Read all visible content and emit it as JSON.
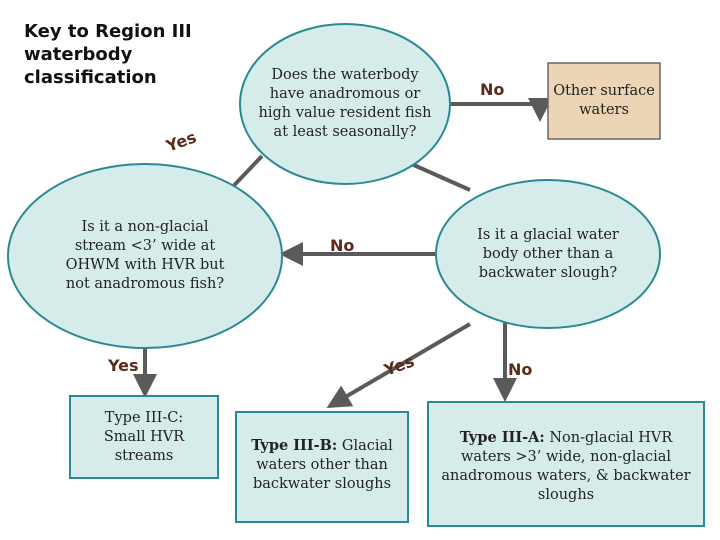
{
  "title": "Key to Region III waterbody classification",
  "q1": "Does the waterbody have anadromous or high value resident fish at least seasonally?",
  "q2": "Is it a glacial water body other than a backwater slough?",
  "q3": "Is it a non-glacial stream <3’ wide at OHWM with HVR but not anadromous fish?",
  "other": "Other surface waters",
  "type_c": {
    "head": "Type III-C:",
    "body": "Small HVR streams"
  },
  "type_b": {
    "head": "Type III-B:",
    "body": " Glacial waters other than backwater sloughs"
  },
  "type_a": {
    "head": "Type III-A:",
    "body": "  Non-glacial HVR waters >3’ wide, non-glacial anadromous waters, & backwater sloughs"
  },
  "labels": {
    "yes_top": "Yes",
    "no_top": "No",
    "no_mid": "No",
    "yes_left": "Yes",
    "yes_mid": "Yes",
    "no_right": "No"
  },
  "colors": {
    "fill": "#d6ecea",
    "border": "#2a8a93",
    "other_fill": "#ecd5b5",
    "arrow": "#5a5a5a",
    "label": "#5a2a1a"
  }
}
